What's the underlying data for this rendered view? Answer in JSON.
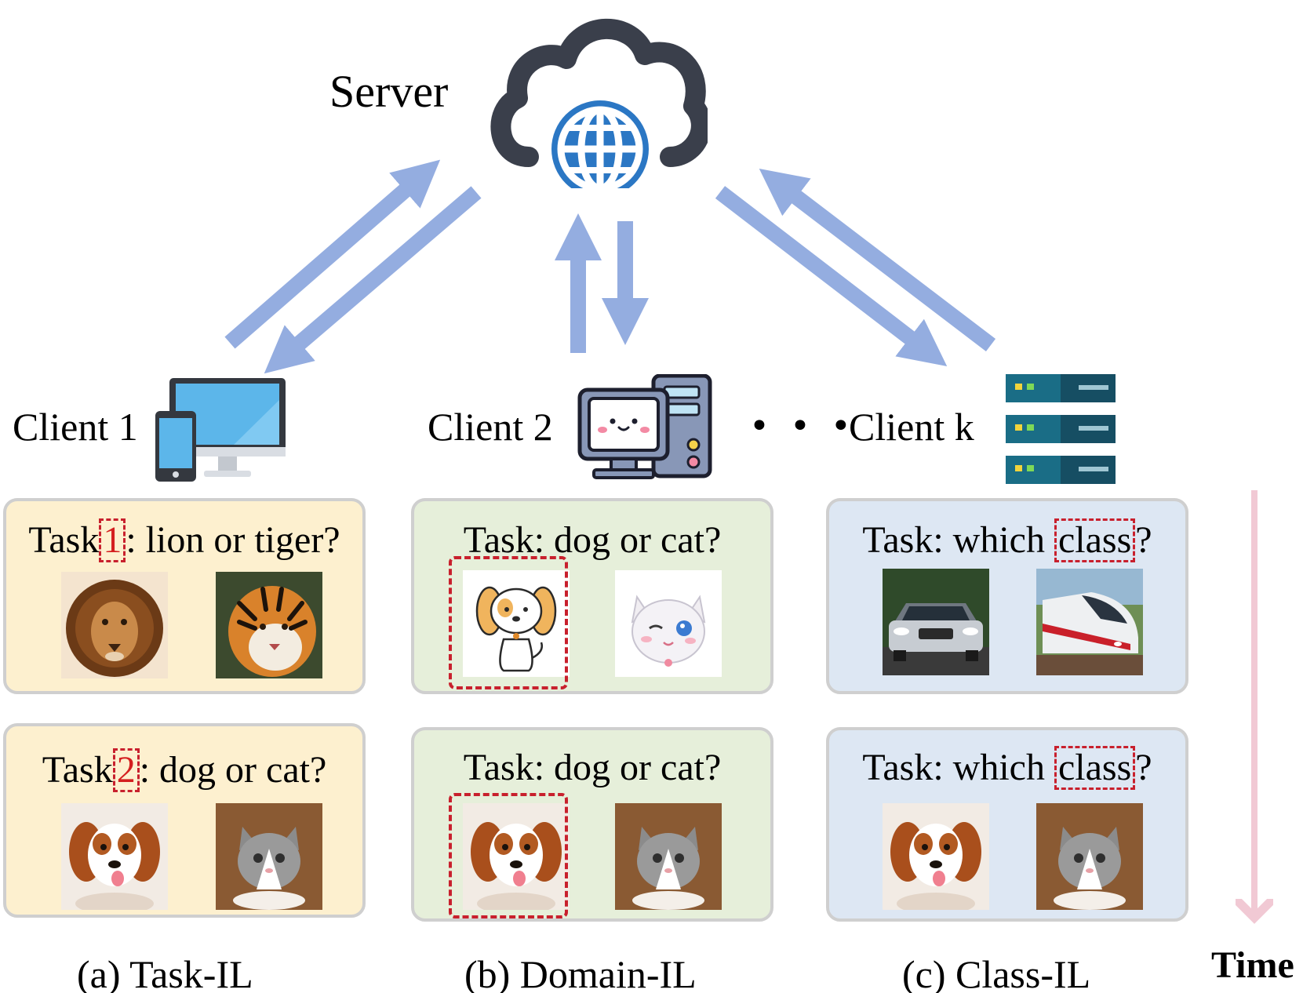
{
  "server": {
    "label": "Server"
  },
  "clients": [
    {
      "label": "Client 1"
    },
    {
      "label": "Client 2"
    },
    {
      "label": "Client k"
    }
  ],
  "ellipsis": "• • •",
  "columns": {
    "task_il": {
      "caption": "(a) Task-IL",
      "rows": [
        {
          "prefix": "Task",
          "id": "1",
          "suffix": ": lion or tiger?"
        },
        {
          "prefix": "Task",
          "id": "2",
          "suffix": ": dog or cat?"
        }
      ]
    },
    "domain_il": {
      "caption": "(b) Domain-IL",
      "rows": [
        {
          "text": "Task: dog or cat?"
        },
        {
          "text": "Task: dog or cat?"
        }
      ]
    },
    "class_il": {
      "caption": "(c) Class-IL",
      "rows": [
        {
          "prefix": "Task: which ",
          "highlight": "class",
          "suffix": "?"
        },
        {
          "prefix": "Task: which ",
          "highlight": "class",
          "suffix": "?"
        }
      ]
    }
  },
  "time_label": "Time",
  "colors": {
    "arrow": "#94ade0",
    "task_panel": "#fdf0cf",
    "domain_panel": "#e6efda",
    "class_panel": "#dde7f3",
    "highlight_dashed": "#c8202d",
    "time_arrow": "#f1c9d4",
    "globe": "#2b77c4",
    "cloud_outline": "#3a3f4b"
  },
  "icons": [
    "cloud-icon",
    "globe-icon",
    "laptop-phone-icon",
    "computer-tower-icon",
    "server-rack-icon"
  ]
}
